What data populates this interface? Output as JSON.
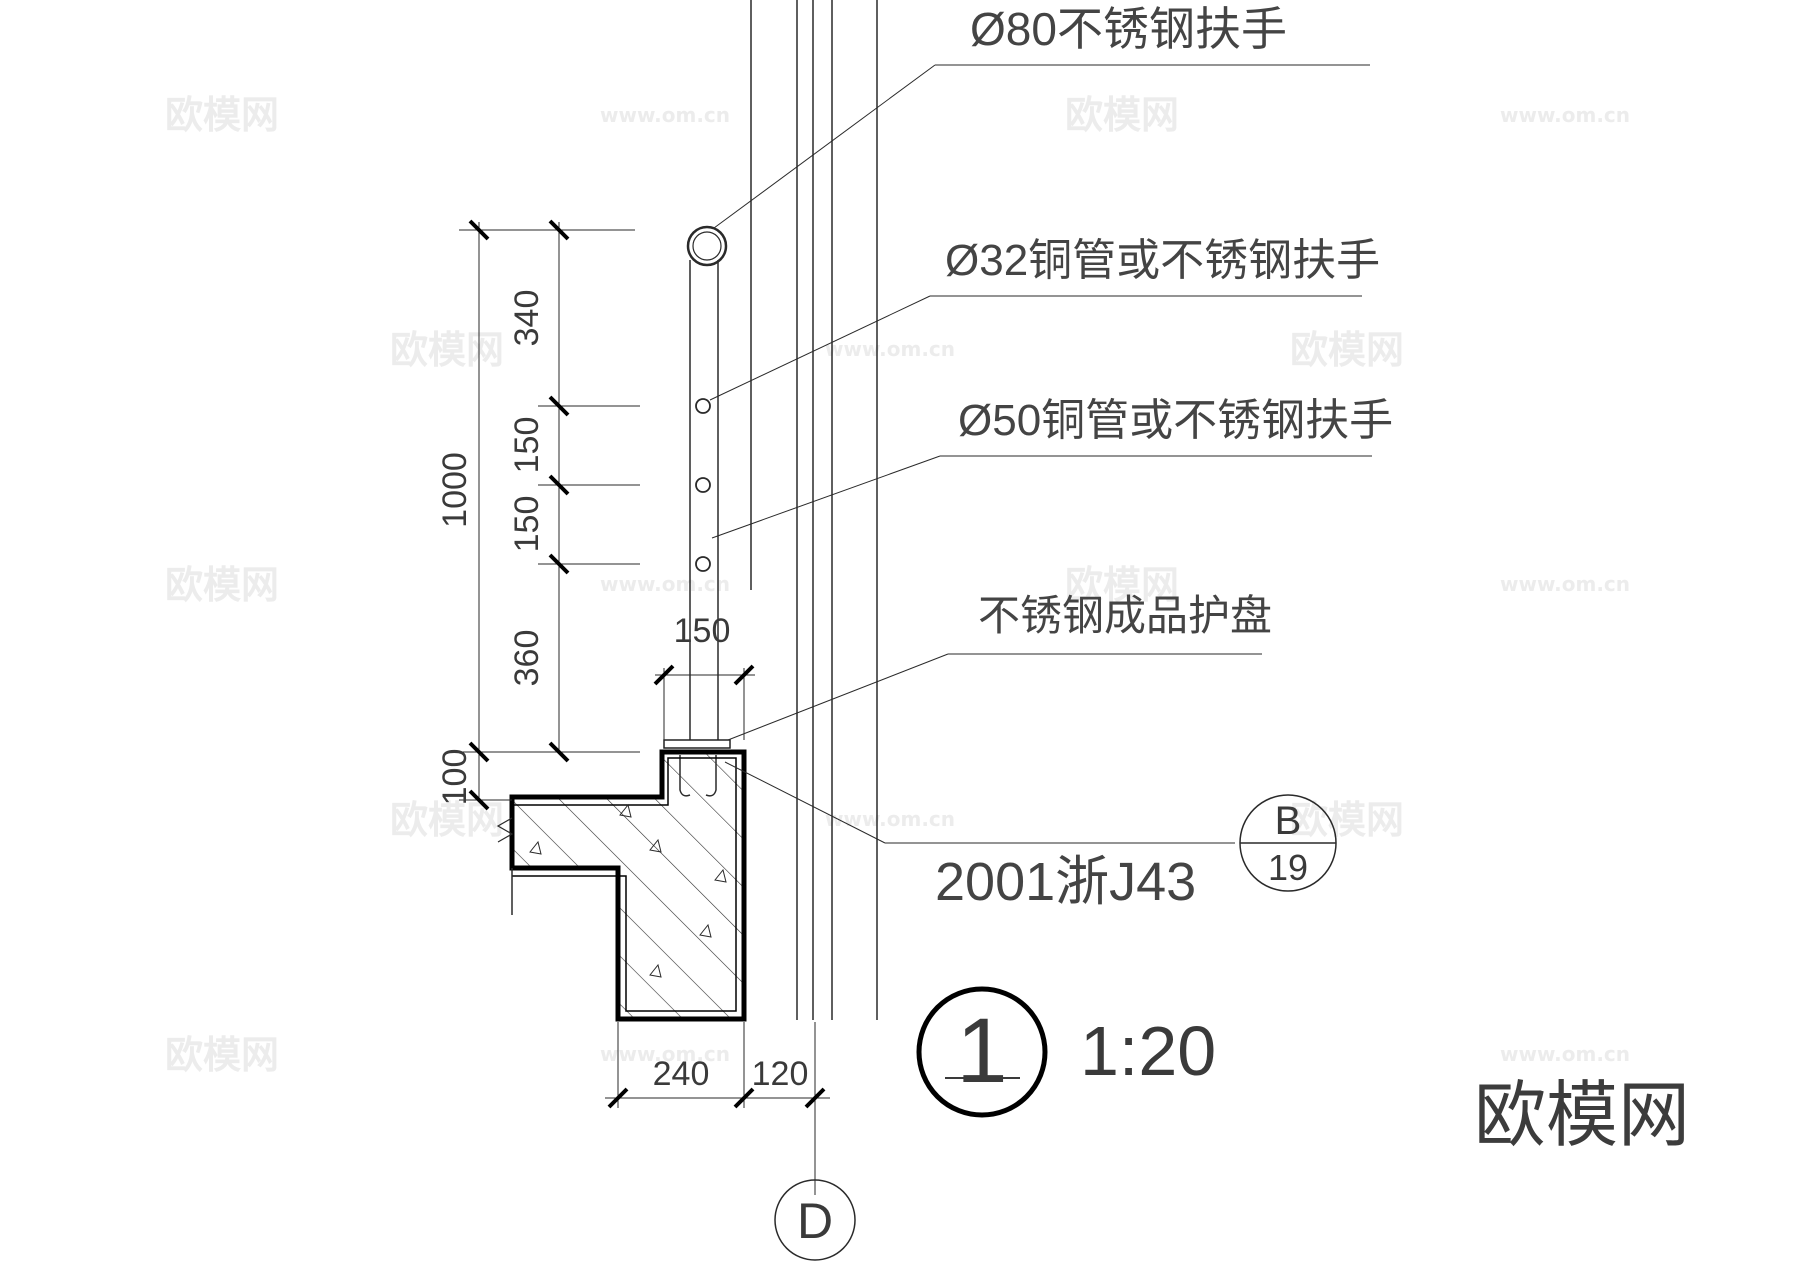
{
  "labels": {
    "handrail_80": "Ø80不锈钢扶手",
    "handrail_32": "Ø32铜管或不锈钢扶手",
    "handrail_50": "Ø50铜管或不锈钢扶手",
    "guard_plate": "不锈钢成品护盘",
    "reference_code": "2001浙J43"
  },
  "dimensions": {
    "d340": "340",
    "d150a": "150",
    "d150b": "150",
    "d360": "360",
    "d100": "100",
    "d1000": "1000",
    "d150_top": "150",
    "d240": "240",
    "d120": "120"
  },
  "detail_ref": {
    "letter": "B",
    "sheet": "19"
  },
  "axis": {
    "label": "D"
  },
  "detail_title": {
    "number": "1",
    "scale": "1:20"
  },
  "watermarks": {
    "brand": "欧模网",
    "site": "www.om.cn",
    "corner": "欧模网"
  },
  "colors": {
    "line": "#2a2a2a",
    "text": "#444444",
    "watermark": "#ececec"
  }
}
